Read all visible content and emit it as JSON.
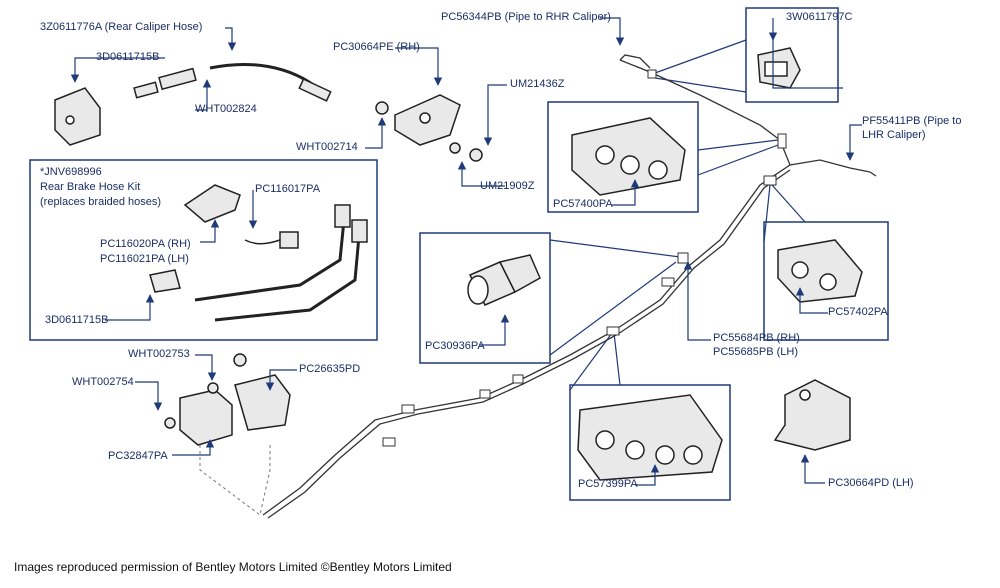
{
  "labels": {
    "rear_caliper_hose": "3Z0611776A (Rear Caliper Hose)",
    "wht002824": "WHT002824",
    "bracket_3d_top": "3D0611715B",
    "pc30664pe": "PC30664PE (RH)",
    "wht002714": "WHT002714",
    "um21436z": "UM21436Z",
    "um21909z": "UM21909Z",
    "pc56344pb": "PC56344PB (Pipe to RHR Caliper)",
    "w3_0611797c": "3W0611797C",
    "pf55411pb_l1": "PF55411PB (Pipe to",
    "pf55411pb_l2": "LHR Caliper)",
    "pc57400pa": "PC57400PA",
    "kit_l1": "*JNV698996",
    "kit_l2": "Rear Brake Hose Kit",
    "kit_l3": "(replaces braided hoses)",
    "pc116017pa": "PC116017PA",
    "pc116020pa": "PC116020PA (RH)",
    "pc116021pa": "PC116021PA (LH)",
    "bracket_3d_kit": "3D0611715B",
    "pc30936pa": "PC30936PA",
    "pc57402pa": "PC57402PA",
    "pc55684pb": "PC55684PB (RH)",
    "pc55685pb": "PC55685PB (LH)",
    "wht002753": "WHT002753",
    "wht002754": "WHT002754",
    "pc26635pd": "PC26635PD",
    "pc32847pa": "PC32847PA",
    "pc57399pa": "PC57399PA",
    "pc30664pd": "PC30664PD (LH)"
  },
  "footer": "Images reproduced permission of Bentley Motors Limited ©Bentley Motors Limited",
  "colors": {
    "label": "#1b2f66",
    "leader": "#1f3a7a",
    "part": "#222222",
    "fill": "#e9e9e9"
  }
}
